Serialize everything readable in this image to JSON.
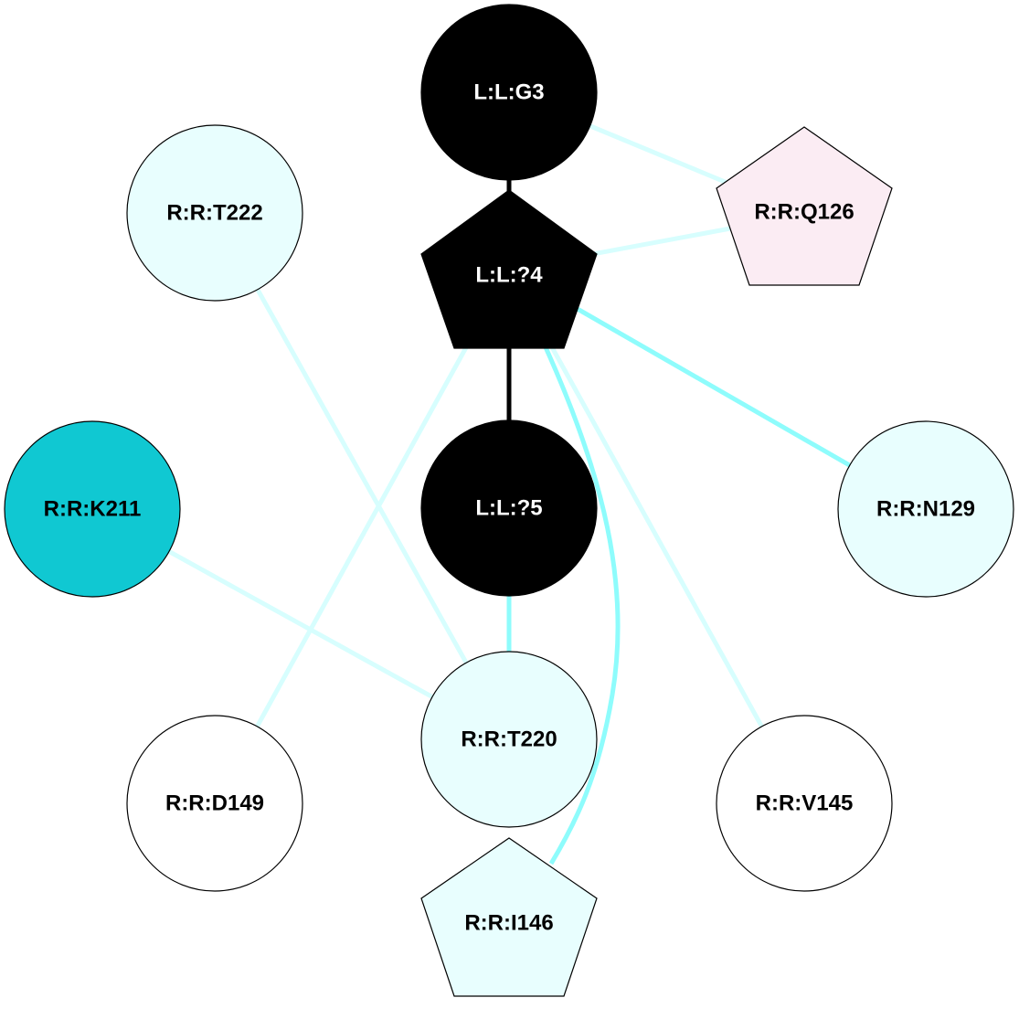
{
  "colors": {
    "ligand": "#000000",
    "light_residue": "#e8fefe",
    "pink_residue": "#fbecf3",
    "teal_residue": "#10c8d2",
    "white_residue": "#ffffff",
    "edge_light": "#d7fefe",
    "edge_strong": "#8efcfc",
    "edge_ligand": "#000000"
  },
  "nodes": [
    {
      "id": "G3",
      "label": "L:L:G3",
      "shape": "circle",
      "fill": "#000000",
      "text_color": "#ffffff"
    },
    {
      "id": "L4",
      "label": "L:L:?4",
      "shape": "pentagon",
      "fill": "#000000",
      "text_color": "#ffffff"
    },
    {
      "id": "L5",
      "label": "L:L:?5",
      "shape": "circle",
      "fill": "#000000",
      "text_color": "#ffffff"
    },
    {
      "id": "T222",
      "label": "R:R:T222",
      "shape": "circle",
      "fill": "#e8fefe",
      "text_color": "#000000"
    },
    {
      "id": "Q126",
      "label": "R:R:Q126",
      "shape": "pentagon",
      "fill": "#fbecf3",
      "text_color": "#000000"
    },
    {
      "id": "K211",
      "label": "R:R:K211",
      "shape": "circle",
      "fill": "#10c8d2",
      "text_color": "#000000"
    },
    {
      "id": "N129",
      "label": "R:R:N129",
      "shape": "circle",
      "fill": "#e8fefe",
      "text_color": "#000000"
    },
    {
      "id": "T220",
      "label": "R:R:T220",
      "shape": "circle",
      "fill": "#e8fefe",
      "text_color": "#000000"
    },
    {
      "id": "D149",
      "label": "R:R:D149",
      "shape": "circle",
      "fill": "#ffffff",
      "text_color": "#000000"
    },
    {
      "id": "V145",
      "label": "R:R:V145",
      "shape": "circle",
      "fill": "#ffffff",
      "text_color": "#000000"
    },
    {
      "id": "I146",
      "label": "R:R:I146",
      "shape": "pentagon",
      "fill": "#e8fefe",
      "text_color": "#000000"
    }
  ],
  "edges": [
    {
      "from": "G3",
      "to": "L4",
      "color": "#000000",
      "weight": "strong"
    },
    {
      "from": "L4",
      "to": "L5",
      "color": "#000000",
      "weight": "strong"
    },
    {
      "from": "G3",
      "to": "Q126",
      "color": "#d7fefe",
      "weight": "normal"
    },
    {
      "from": "L4",
      "to": "Q126",
      "color": "#d7fefe",
      "weight": "normal"
    },
    {
      "from": "L4",
      "to": "N129",
      "color": "#8efcfc",
      "weight": "normal"
    },
    {
      "from": "L4",
      "to": "D149",
      "color": "#d7fefe",
      "weight": "normal"
    },
    {
      "from": "L4",
      "to": "V145",
      "color": "#d7fefe",
      "weight": "normal"
    },
    {
      "from": "L4",
      "to": "I146",
      "color": "#8efcfc",
      "weight": "normal",
      "curved": true
    },
    {
      "from": "L5",
      "to": "T220",
      "color": "#8efcfc",
      "weight": "normal"
    },
    {
      "from": "T222",
      "to": "T220",
      "color": "#d7fefe",
      "weight": "normal"
    },
    {
      "from": "K211",
      "to": "T220",
      "color": "#d7fefe",
      "weight": "normal"
    }
  ]
}
